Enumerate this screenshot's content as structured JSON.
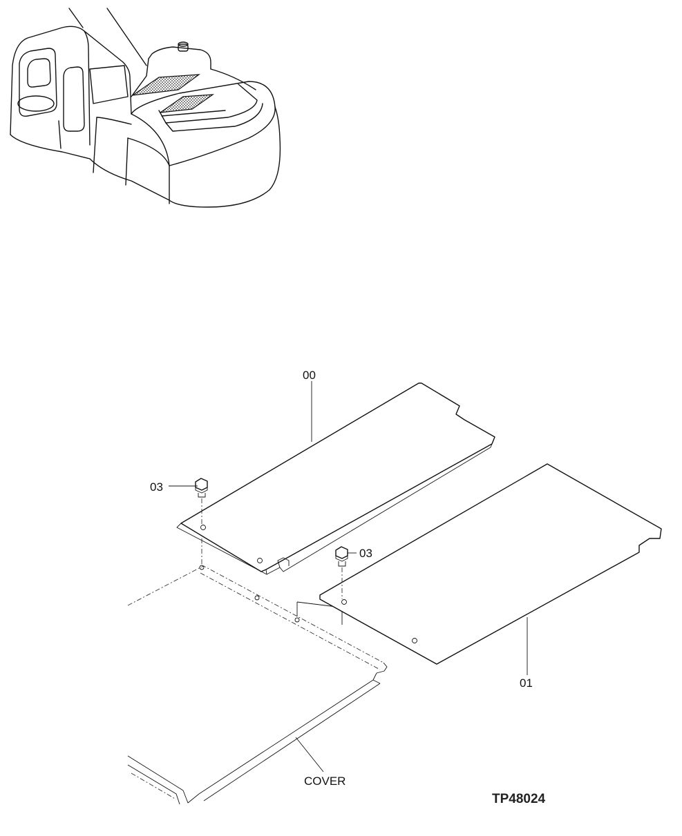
{
  "labels": {
    "part_00": "00",
    "part_01": "01",
    "part_03_left": "03",
    "part_03_right": "03",
    "cover": "COVER"
  },
  "drawing_code": "TP48024",
  "colors": {
    "ink": "#111111",
    "background": "#ffffff",
    "highlight_fill": "#555555"
  }
}
